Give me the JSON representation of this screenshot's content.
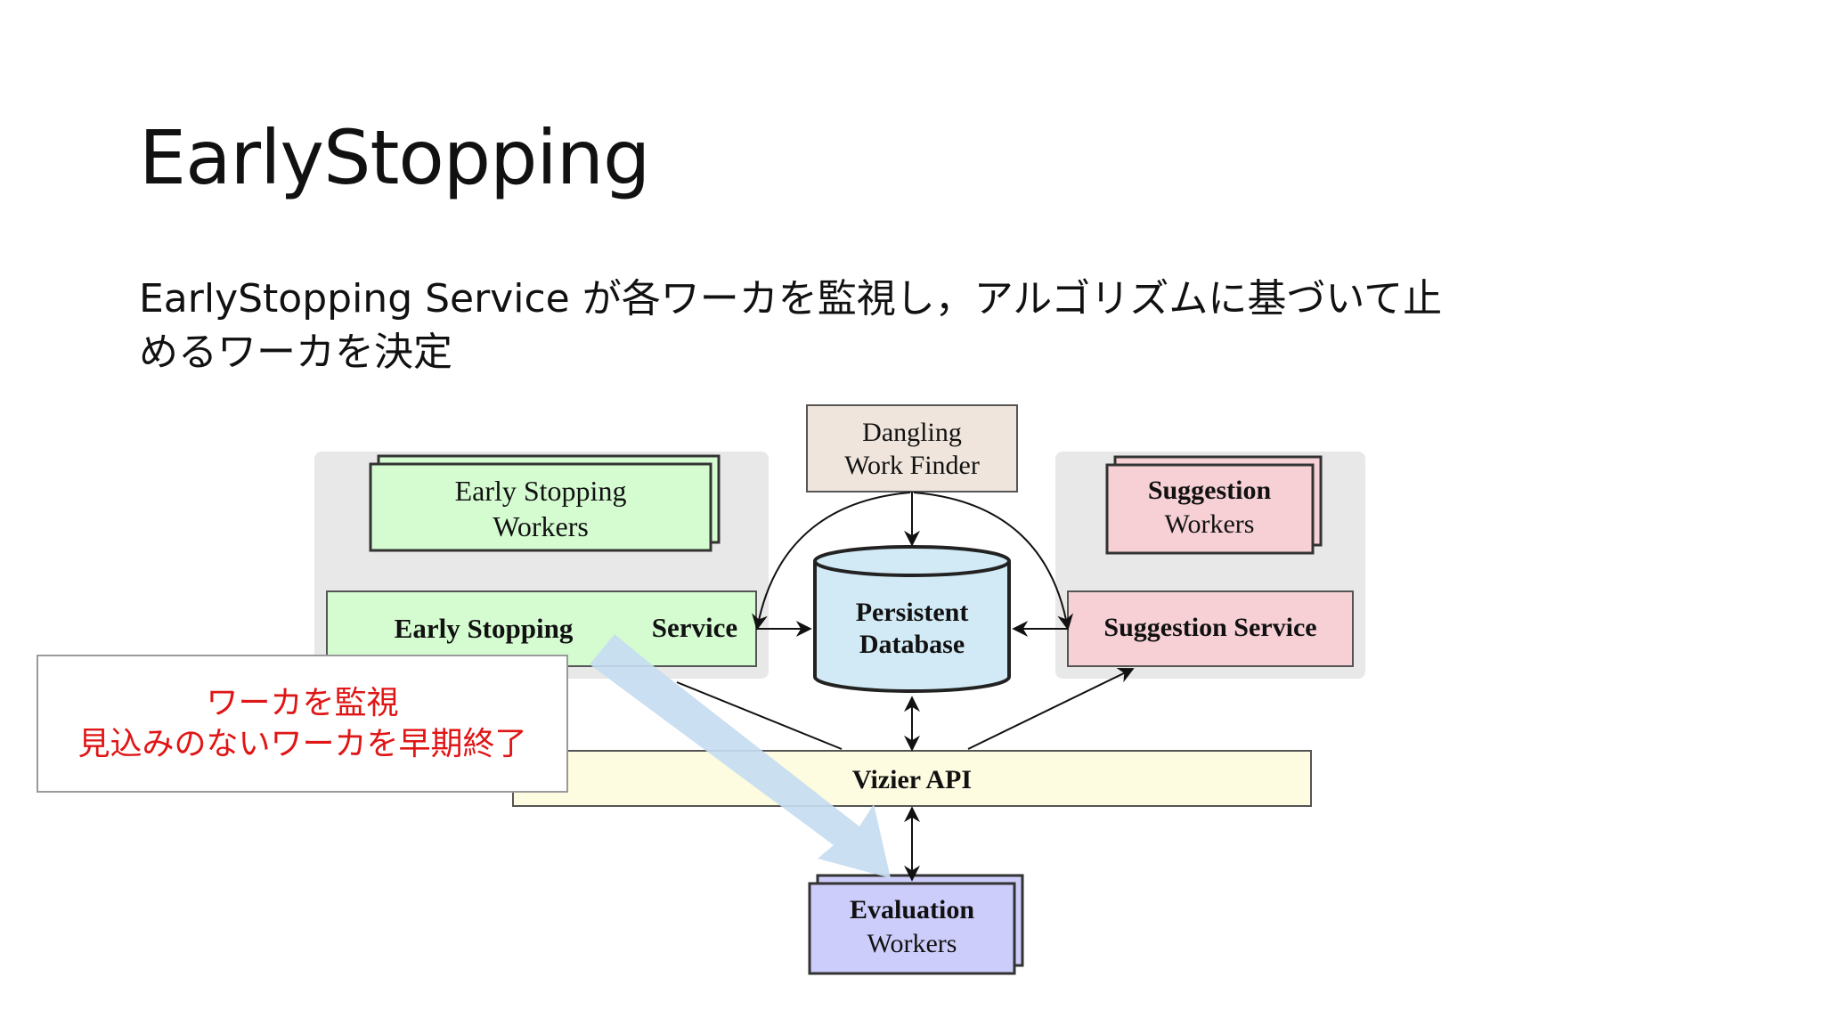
{
  "slide": {
    "title": "EarlyStopping",
    "body_lines": [
      "EarlyStopping Service が各ワーカを監視し，アルゴリズムに基づいて止",
      "めるワーカを決定"
    ]
  },
  "diagram": {
    "dangling_finder": [
      "Dangling",
      "Work Finder"
    ],
    "es_workers": [
      "Early Stopping",
      "Workers"
    ],
    "es_service": [
      "Early Stopping",
      "Service"
    ],
    "database": [
      "Persistent",
      "Database"
    ],
    "suggestion_workers": [
      "Suggestion",
      "Workers"
    ],
    "suggestion_service": "Suggestion Service",
    "vizier_api": "Vizier API",
    "eval_workers": [
      "Evaluation",
      "Workers"
    ]
  },
  "callout": {
    "lines": [
      "ワーカを監視",
      "見込みのないワーカを早期終了"
    ]
  },
  "colors": {
    "green_box": "#d5fcd1",
    "pink_box": "#f6d0d5",
    "db_blue": "#d2eaf5",
    "api_yellow": "#fdfbe0",
    "eval_purple": "#cdcdfb",
    "finder_beige": "#efe5dc",
    "panel_gray": "#e8e8e8",
    "callout_text": "#e01515",
    "highlight_arrow": "#c6dcf0"
  }
}
